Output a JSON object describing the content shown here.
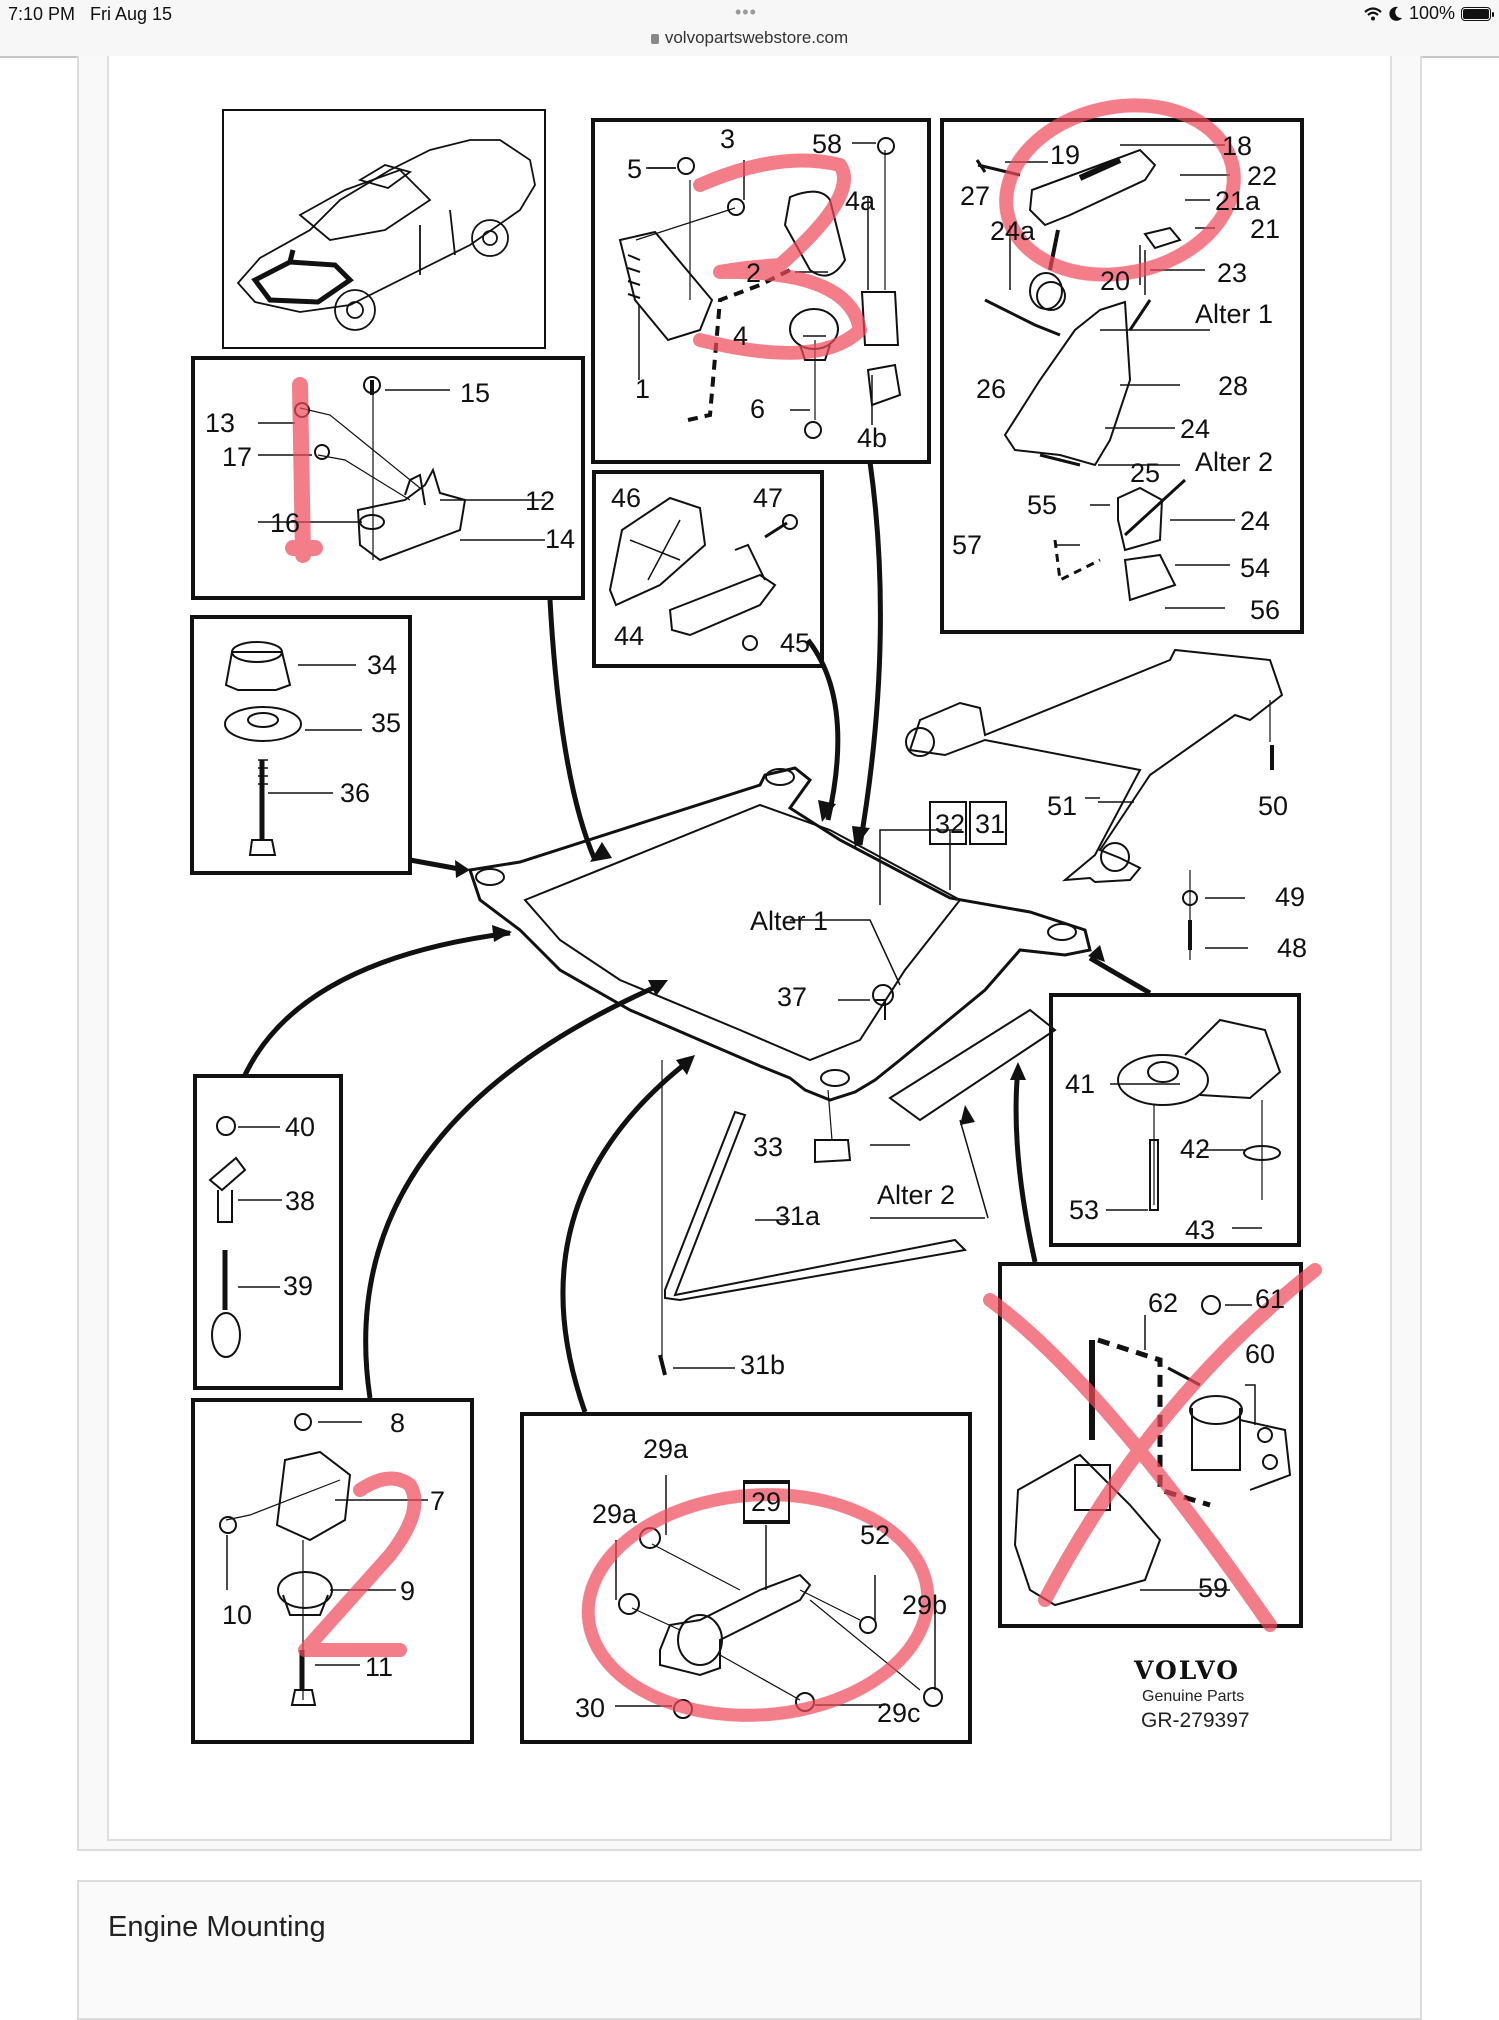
{
  "status_bar": {
    "time": "7:10 PM",
    "date": "Fri Aug 15",
    "battery": "100%",
    "battery_level": 1.0,
    "icons": [
      "wifi-icon",
      "moon-icon",
      "battery-icon"
    ]
  },
  "browser": {
    "url": "volvopartswebstore.com",
    "tab_dots": "•••"
  },
  "diagram": {
    "brand": "VOLVO",
    "subtitle": "Genuine Parts",
    "ref": "GR-279397",
    "annotation_color": "#ee4c5c",
    "callouts": {
      "p1": "1",
      "p2": "2",
      "p3": "3",
      "p4": "4",
      "p4a": "4a",
      "p4b": "4b",
      "p5": "5",
      "p6": "6",
      "p58": "58",
      "p13": "13",
      "p15": "15",
      "p17": "17",
      "p12": "12",
      "p16": "16",
      "p14": "14",
      "p19": "19",
      "p18": "18",
      "p22": "22",
      "p27": "27",
      "p21a": "21a",
      "p21": "21",
      "p24a": "24a",
      "p20": "20",
      "p23": "23",
      "alter1_top": "Alter 1",
      "p26": "26",
      "p28": "28",
      "p24_top": "24",
      "p25": "25",
      "alter2_top": "Alter 2",
      "p55": "55",
      "p24_bot": "24",
      "p57": "57",
      "p54": "54",
      "p56": "56",
      "p46": "46",
      "p47": "47",
      "p44": "44",
      "p45": "45",
      "p34": "34",
      "p35": "35",
      "p36": "36",
      "p32": "32",
      "p31": "31",
      "p51": "51",
      "p50": "50",
      "p49": "49",
      "p48": "48",
      "alter1_mid": "Alter 1",
      "p37": "37",
      "p41": "41",
      "p42": "42",
      "p53": "53",
      "p43": "43",
      "p40": "40",
      "p38": "38",
      "p39": "39",
      "p33": "33",
      "p31a": "31a",
      "alter2_mid": "Alter 2",
      "p31b": "31b",
      "p62": "62",
      "p61": "61",
      "p60": "60",
      "p59": "59",
      "p8": "8",
      "p7": "7",
      "p10": "10",
      "p9": "9",
      "p11": "11",
      "p29a_top": "29a",
      "p29a_left": "29a",
      "p29": "29",
      "p52": "52",
      "p29b": "29b",
      "p30": "30",
      "p29c": "29c"
    },
    "handwritten": {
      "mark_1": "1",
      "mark_2": "2",
      "mark_3": "3",
      "cross_out": "X"
    }
  },
  "page": {
    "section_title": "Engine Mounting"
  }
}
